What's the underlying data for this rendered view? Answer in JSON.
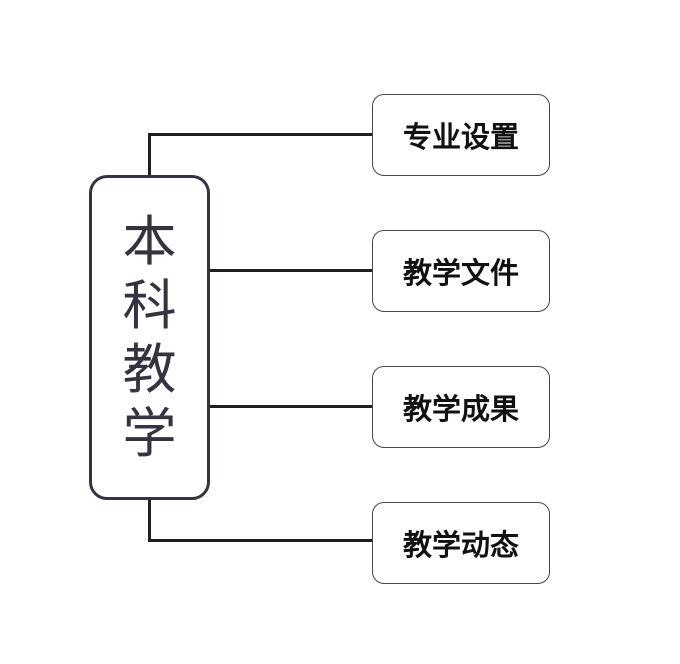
{
  "colors": {
    "root_border": "#35333f",
    "root_text": "#35333f",
    "child_border": "#474747",
    "child_text": "#111111",
    "connector": "#1f1f1f"
  },
  "root": {
    "chars": [
      "本",
      "科",
      "教",
      "学"
    ]
  },
  "children": [
    {
      "label": "专业设置"
    },
    {
      "label": "教学文件"
    },
    {
      "label": "教学成果"
    },
    {
      "label": "教学动态"
    }
  ]
}
